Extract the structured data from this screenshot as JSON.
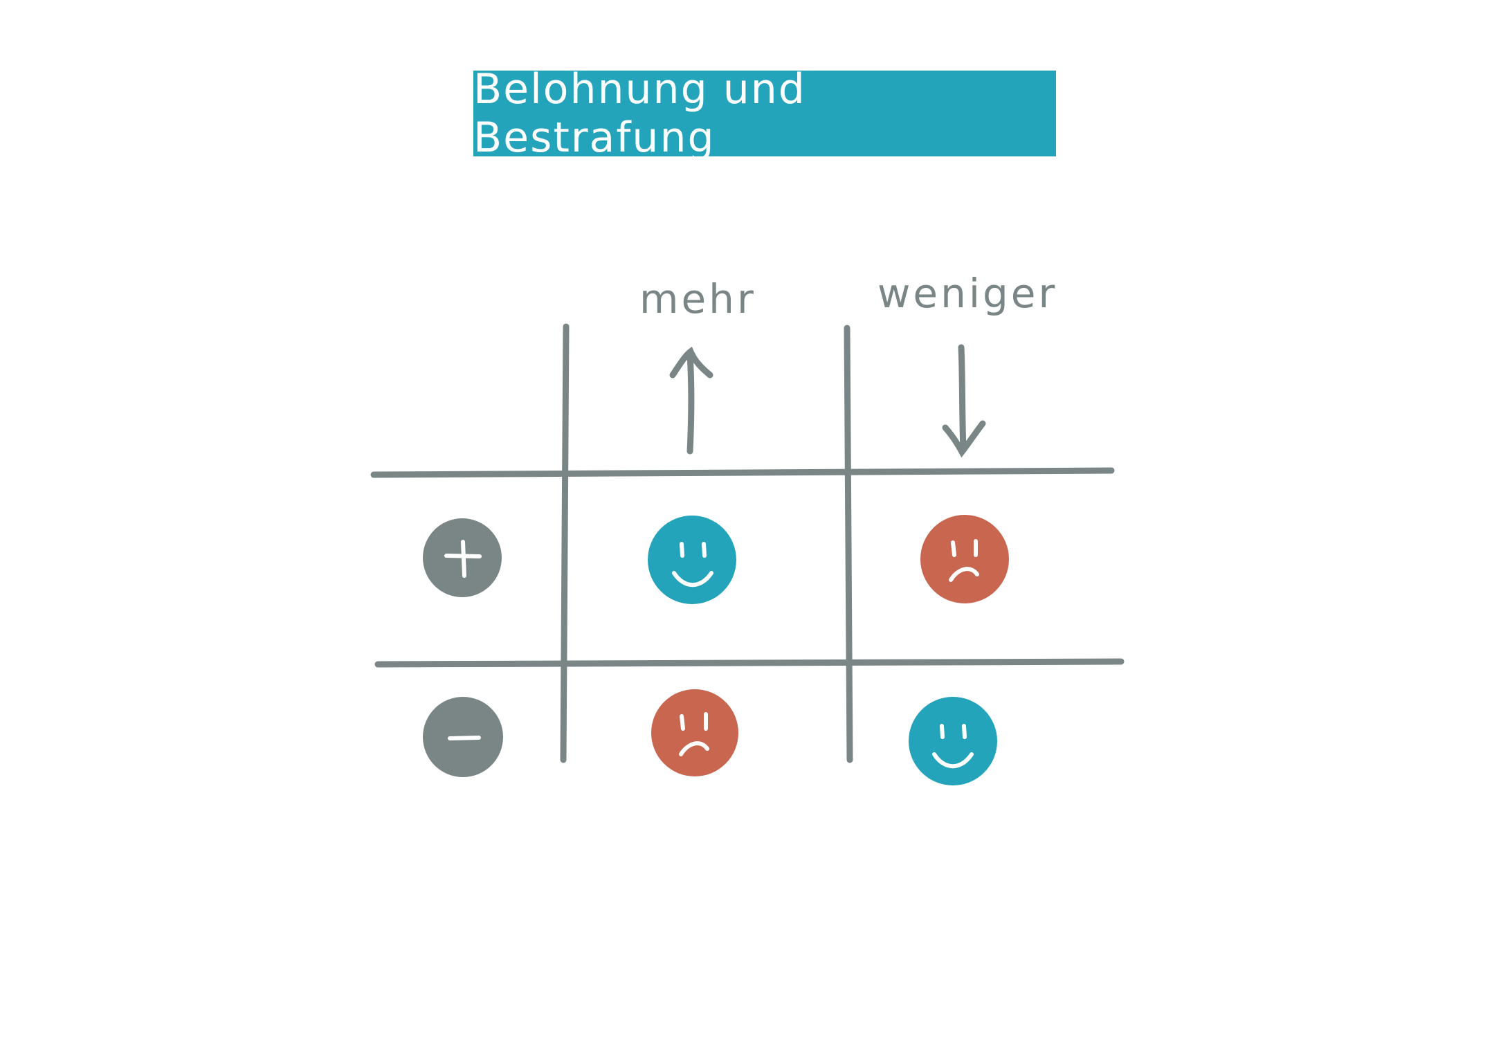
{
  "title": "Belohnung und Bestrafung",
  "columns": [
    {
      "label": "mehr",
      "arrow": "up"
    },
    {
      "label": "weniger",
      "arrow": "down"
    }
  ],
  "rows": [
    {
      "symbol": "plus",
      "cells": [
        "happy",
        "sad"
      ]
    },
    {
      "symbol": "minus",
      "cells": [
        "sad",
        "happy"
      ]
    }
  ],
  "colors": {
    "banner": "#23a4ba",
    "grid": "#7a8585",
    "happy": "#23a4ba",
    "sad": "#c96650",
    "symbol": "#7a8585"
  }
}
